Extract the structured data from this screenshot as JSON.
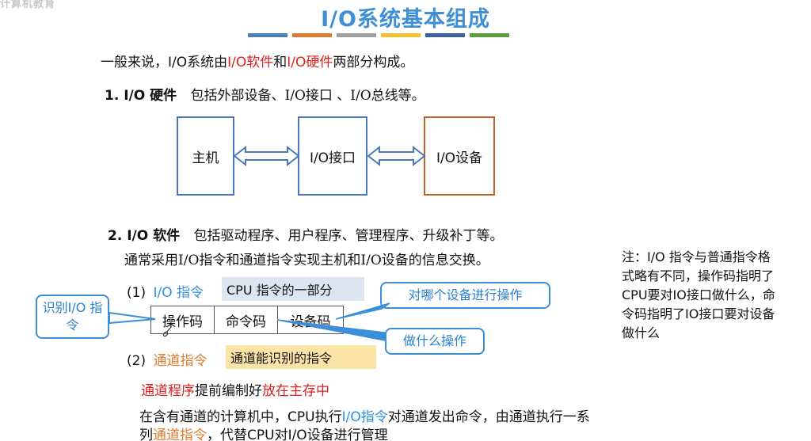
{
  "watermark": "计算机教育",
  "title": "I/O系统基本组成",
  "title_bar_colors": [
    "#4a7fc0",
    "#e07a2c",
    "#a0a0a0",
    "#f2c12e",
    "#3d5fa8",
    "#5aa03a"
  ],
  "intro": {
    "before": "一般来说，I/O系统由",
    "software": "I/O软件",
    "mid": "和",
    "hardware": "I/O硬件",
    "after": "两部分构成。"
  },
  "hardware": {
    "heading": "1. I/O 硬件",
    "desc": "包括外部设备、I/O接口 、I/O总线等。",
    "boxes": [
      "主机",
      "I/O接口",
      "I/O设备"
    ]
  },
  "software": {
    "heading": "2. I/O 软件",
    "desc": "包括驱动程序、用户程序、管理程序、升级补丁等。",
    "sub": "通常采用I/O指令和通道指令实现主机和I/O设备的信息交换。"
  },
  "io_instruction": {
    "num": "(1)",
    "label": "I/O 指令",
    "highlight": "CPU 指令的一部分",
    "fields": [
      "操作码",
      "命令码",
      "设备码"
    ]
  },
  "callouts": {
    "identify": "识别I/O 指令",
    "which_device": "对哪个设备进行操作",
    "what_op": "做什么操作"
  },
  "channel_instruction": {
    "num": "(2)",
    "label": "通道指令",
    "highlight": "通道能识别的指令"
  },
  "channel_program": {
    "red1": "通道程序",
    "mid": "提前编制好",
    "red2": "放在主存中"
  },
  "bottom": {
    "l1_a": "在含有通道的计算机中，CPU执行",
    "l1_b": "I/O指令",
    "l1_c": "对通道发出命令，由通道执行一系",
    "l2_a": "列",
    "l2_b": "通道指令",
    "l2_c": "，代替CPU对I/O设备进行管理"
  },
  "note": "注：I/O 指令与普通指令格式略有不同，操作码指明了CPU要对IO接口做什么，命令码指明了IO接口要对设备做什么"
}
